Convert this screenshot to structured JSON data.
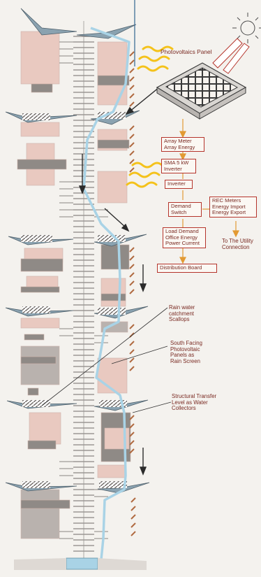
{
  "diagram": {
    "top_label": "Photovoltaics Panel",
    "flow_boxes": [
      {
        "id": "array",
        "lines": [
          "Array Meter",
          "Array Energy"
        ]
      },
      {
        "id": "sma",
        "lines": [
          "SMA 5 kW",
          "Inverter"
        ]
      },
      {
        "id": "inverter",
        "lines": [
          "Inverter"
        ]
      },
      {
        "id": "demand",
        "lines": [
          "Demand",
          "Switch"
        ]
      },
      {
        "id": "rec",
        "lines": [
          "REC Meters",
          "Energy Import",
          "Energy Export"
        ]
      },
      {
        "id": "load",
        "lines": [
          "Load Demand",
          "Office Energy",
          "Power Current"
        ]
      },
      {
        "id": "dist",
        "lines": [
          "Distribution Board"
        ]
      }
    ],
    "utility_label": [
      "To The Utility",
      "Connection"
    ],
    "callouts": [
      {
        "id": "rain",
        "lines": [
          "Rain water",
          "catchment",
          "Scallops"
        ]
      },
      {
        "id": "south",
        "lines": [
          "South Facing",
          "Photovoltaic",
          "Panels as",
          "Rain Screen"
        ]
      },
      {
        "id": "structural",
        "lines": [
          "Structural Transfer",
          "Level as Water",
          "Collectors"
        ]
      }
    ],
    "colors": {
      "water_pipe": "#a9d3e6",
      "accent_red": "#b5342b",
      "block_pink": "#e9c9c0",
      "block_gray": "#8f8a86",
      "sun_rays": "#f4c21b",
      "panel_lattice": "#b06a40"
    }
  }
}
